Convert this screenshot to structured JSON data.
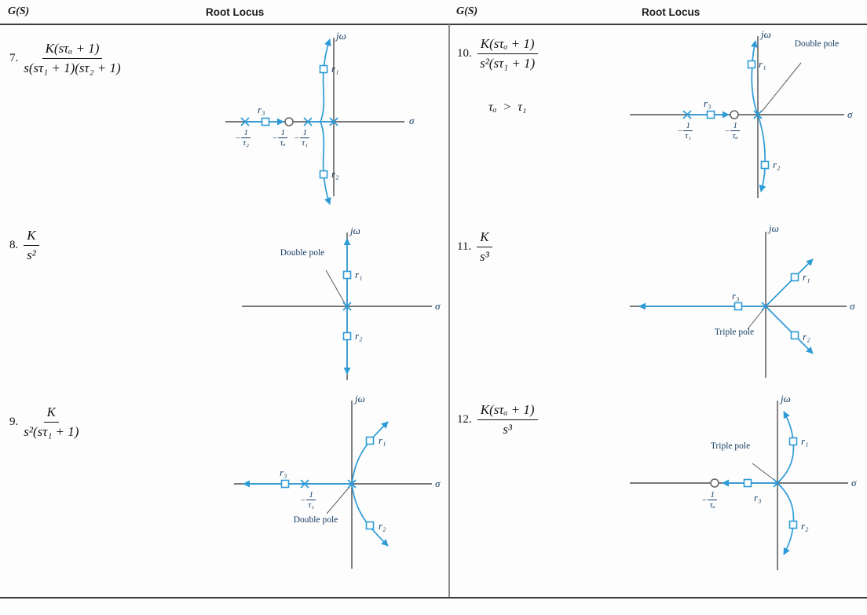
{
  "header": {
    "col1_gs": "G(S)",
    "col1_rl": "Root Locus",
    "col2_gs": "G(S)",
    "col2_rl": "Root Locus"
  },
  "entries": {
    "e7": {
      "index": "7.",
      "numerator": "K(sτₐ + 1)",
      "denominator": "s(sτ₁ + 1)(sτ₂ + 1)"
    },
    "e8": {
      "index": "8.",
      "numerator": "K",
      "denominator": "s²"
    },
    "e9": {
      "index": "9.",
      "numerator": "K",
      "denominator": "s²(sτ₁ + 1)"
    },
    "e10": {
      "index": "10.",
      "numerator": "K(sτₐ + 1)",
      "denominator": "s²(sτ₁ + 1)",
      "condition": "τₐ  >  τ₁"
    },
    "e11": {
      "index": "11.",
      "numerator": "K",
      "denominator": "s³"
    },
    "e12": {
      "index": "12.",
      "numerator": "K(sτₐ + 1)",
      "denominator": "s³"
    }
  },
  "labels": {
    "jw": "jω",
    "sigma": "σ",
    "r1": "r₁",
    "r2": "r₂",
    "r3": "r₃",
    "double_pole": "Double pole",
    "triple_pole": "Triple pole"
  },
  "ticks": {
    "inv_tau_1": {
      "sign": "−",
      "num": "1",
      "den": "τ₁"
    },
    "inv_tau_2": {
      "sign": "−",
      "num": "1",
      "den": "τ₂"
    },
    "inv_tau_a": {
      "sign": "−",
      "num": "1",
      "den": "τₐ"
    }
  },
  "colors": {
    "locus_blue": "#2e9bd6",
    "axis_gray": "#4d4d4d",
    "zero_marker_gray": "#666666",
    "label_ink": "#173f63",
    "text_ink": "#141414"
  }
}
